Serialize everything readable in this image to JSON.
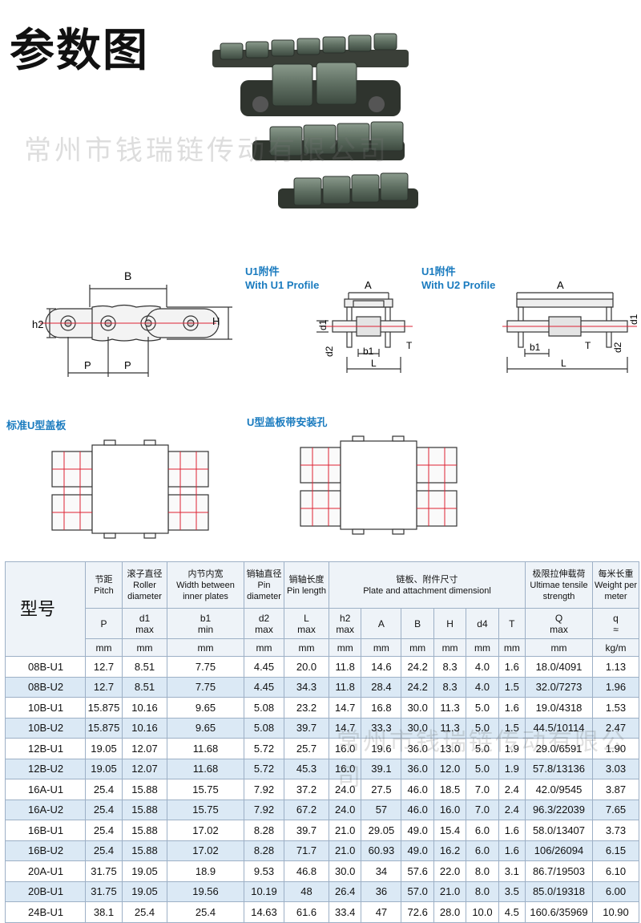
{
  "header": {
    "title": "参数图",
    "watermark": "常州市钱瑞链传动有限公司"
  },
  "diagrams": {
    "u1_label_cn": "U1附件",
    "u1_label_en": "With U1 Profile",
    "u2_label_cn": "U1附件",
    "u2_label_en": "With U2 Profile",
    "side_labels": {
      "B": "B",
      "h2": "h2",
      "H": "H",
      "P": "P"
    },
    "u1_labels": {
      "A": "A",
      "d1": "d1",
      "d2": "d2",
      "b1": "b1",
      "T": "T",
      "L": "L"
    },
    "u2_labels": {
      "A": "A",
      "d1": "d1",
      "d2": "d2",
      "b1": "b1",
      "T": "T",
      "L": "L"
    },
    "standard_plate": "标准U型盖板",
    "plate_with_holes": "U型盖板带安装孔"
  },
  "table": {
    "type_label": "型号",
    "columns": [
      {
        "cn": "节距",
        "en": "Pitch",
        "sym": "P",
        "sub": "",
        "unit": "mm"
      },
      {
        "cn": "滚子直径",
        "en": "Roller diameter",
        "sym": "d1",
        "sub": "max",
        "unit": "mm"
      },
      {
        "cn": "内节内宽",
        "en": "Width between inner plates",
        "sym": "b1",
        "sub": "min",
        "unit": "mm"
      },
      {
        "cn": "销轴直径",
        "en": "Pin diameter",
        "sym": "d2",
        "sub": "max",
        "unit": "mm"
      },
      {
        "cn": "销轴长度",
        "en": "Pin length",
        "sym": "L",
        "sub": "max",
        "unit": "mm"
      },
      {
        "cn": "",
        "en": "",
        "sym": "h2",
        "sub": "max",
        "unit": "mm"
      },
      {
        "cn": "",
        "en": "",
        "sym": "A",
        "sub": "",
        "unit": "mm"
      },
      {
        "cn": "",
        "en": "",
        "sym": "B",
        "sub": "",
        "unit": "mm"
      },
      {
        "cn": "",
        "en": "",
        "sym": "H",
        "sub": "",
        "unit": "mm"
      },
      {
        "cn": "",
        "en": "",
        "sym": "d4",
        "sub": "",
        "unit": "mm"
      },
      {
        "cn": "",
        "en": "",
        "sym": "T",
        "sub": "",
        "unit": "mm"
      },
      {
        "cn": "极限拉伸载荷",
        "en": "Ultimae tensile strength",
        "sym": "Q",
        "sub": "max",
        "unit": "mm"
      },
      {
        "cn": "每米长重",
        "en": "Weight per meter",
        "sym": "q",
        "sub": "≈",
        "unit": "kg/m"
      }
    ],
    "plate_group_cn": "链板、附件尺寸",
    "plate_group_en": "Plate and attachment dimensionl",
    "rows": [
      [
        "08B-U1",
        "12.7",
        "8.51",
        "7.75",
        "4.45",
        "20.0",
        "11.8",
        "14.6",
        "24.2",
        "8.3",
        "4.0",
        "1.6",
        "18.0/4091",
        "1.13"
      ],
      [
        "08B-U2",
        "12.7",
        "8.51",
        "7.75",
        "4.45",
        "34.3",
        "11.8",
        "28.4",
        "24.2",
        "8.3",
        "4.0",
        "1.5",
        "32.0/7273",
        "1.96"
      ],
      [
        "10B-U1",
        "15.875",
        "10.16",
        "9.65",
        "5.08",
        "23.2",
        "14.7",
        "16.8",
        "30.0",
        "11.3",
        "5.0",
        "1.6",
        "19.0/4318",
        "1.53"
      ],
      [
        "10B-U2",
        "15.875",
        "10.16",
        "9.65",
        "5.08",
        "39.7",
        "14.7",
        "33.3",
        "30.0",
        "11.3",
        "5.0",
        "1.5",
        "44.5/10114",
        "2.47"
      ],
      [
        "12B-U1",
        "19.05",
        "12.07",
        "11.68",
        "5.72",
        "25.7",
        "16.0",
        "19.6",
        "36.0",
        "13.0",
        "5.0",
        "1.9",
        "29.0/6591",
        "1.90"
      ],
      [
        "12B-U2",
        "19.05",
        "12.07",
        "11.68",
        "5.72",
        "45.3",
        "16.0",
        "39.1",
        "36.0",
        "12.0",
        "5.0",
        "1.9",
        "57.8/13136",
        "3.03"
      ],
      [
        "16A-U1",
        "25.4",
        "15.88",
        "15.75",
        "7.92",
        "37.2",
        "24.0",
        "27.5",
        "46.0",
        "18.5",
        "7.0",
        "2.4",
        "42.0/9545",
        "3.87"
      ],
      [
        "16A-U2",
        "25.4",
        "15.88",
        "15.75",
        "7.92",
        "67.2",
        "24.0",
        "57",
        "46.0",
        "16.0",
        "7.0",
        "2.4",
        "96.3/22039",
        "7.65"
      ],
      [
        "16B-U1",
        "25.4",
        "15.88",
        "17.02",
        "8.28",
        "39.7",
        "21.0",
        "29.05",
        "49.0",
        "15.4",
        "6.0",
        "1.6",
        "58.0/13407",
        "3.73"
      ],
      [
        "16B-U2",
        "25.4",
        "15.88",
        "17.02",
        "8.28",
        "71.7",
        "21.0",
        "60.93",
        "49.0",
        "16.2",
        "6.0",
        "1.6",
        "106/26094",
        "6.15"
      ],
      [
        "20A-U1",
        "31.75",
        "19.05",
        "18.9",
        "9.53",
        "46.8",
        "30.0",
        "34",
        "57.6",
        "22.0",
        "8.0",
        "3.1",
        "86.7/19503",
        "6.10"
      ],
      [
        "20B-U1",
        "31.75",
        "19.05",
        "19.56",
        "10.19",
        "48",
        "26.4",
        "36",
        "57.0",
        "21.0",
        "8.0",
        "3.5",
        "85.0/19318",
        "6.00"
      ],
      [
        "24B-U1",
        "38.1",
        "25.4",
        "25.4",
        "14.63",
        "61.6",
        "33.4",
        "47",
        "72.6",
        "28.0",
        "10.0",
        "4.5",
        "160.6/35969",
        "10.90"
      ]
    ]
  }
}
